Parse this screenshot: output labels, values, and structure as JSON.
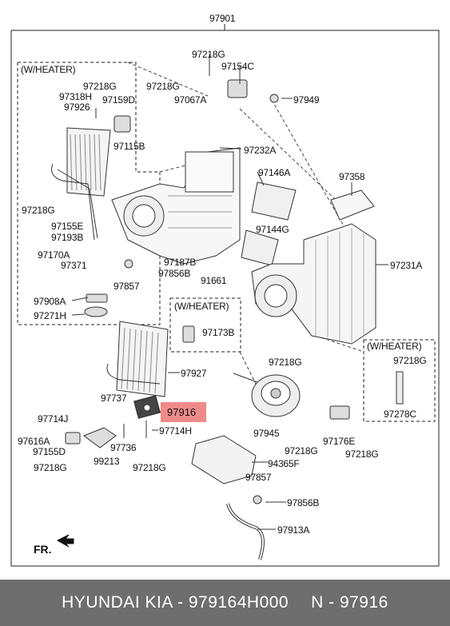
{
  "assembly_number": "97901",
  "groups": {
    "heater_left": "(W/HEATER)",
    "heater_mid": "(W/HEATER)",
    "heater_right": "(W/HEATER)"
  },
  "labels": {
    "p97218G_top": "97218G",
    "p97154C": "97154C",
    "p97949": "97949",
    "p97218G_mid": "97218G",
    "p97067A": "97067A",
    "p97218G_left": "97218G",
    "p97318H": "97318H",
    "p97159D": "97159D",
    "p97926": "97926",
    "p97115B": "97115B",
    "p97232A": "97232A",
    "p97146A": "97146A",
    "p97358": "97358",
    "p97218G_side": "97218G",
    "p97155E": "97155E",
    "p97193B": "97193B",
    "p97144G": "97144G",
    "p97170A": "97170A",
    "p97371": "97371",
    "p97187B": "97187B",
    "p97231A": "97231A",
    "p97856B_up": "97856B",
    "p97857_up": "97857",
    "p91661": "91661",
    "p97908A": "97908A",
    "p97271H": "97271H",
    "p97173B": "97173B",
    "p97218G_r1": "97218G",
    "p97927": "97927",
    "p97218G_r2": "97218G",
    "p97737": "97737",
    "p97714J": "97714J",
    "p97714H": "97714H",
    "p97278C": "97278C",
    "p97945": "97945",
    "p97616A": "97616A",
    "p97155D": "97155D",
    "p97736": "97736",
    "p97176E": "97176E",
    "p99213": "99213",
    "p97218G_b1": "97218G",
    "p97218G_b2": "97218G",
    "p97218G_b3": "97218G",
    "p94365F": "94365F",
    "p97218G_b4": "97218G",
    "p97857_low": "97857",
    "p97856B_low": "97856B",
    "p97913A": "97913A"
  },
  "highlight_part": "97916",
  "direction_label": "FR.",
  "footer": {
    "brand": "HYUNDAI  KIA - 979164H000",
    "code": "N - 97916"
  },
  "colors": {
    "highlight": "#ef8a8a",
    "footer_bg": "#6e6e6e"
  }
}
